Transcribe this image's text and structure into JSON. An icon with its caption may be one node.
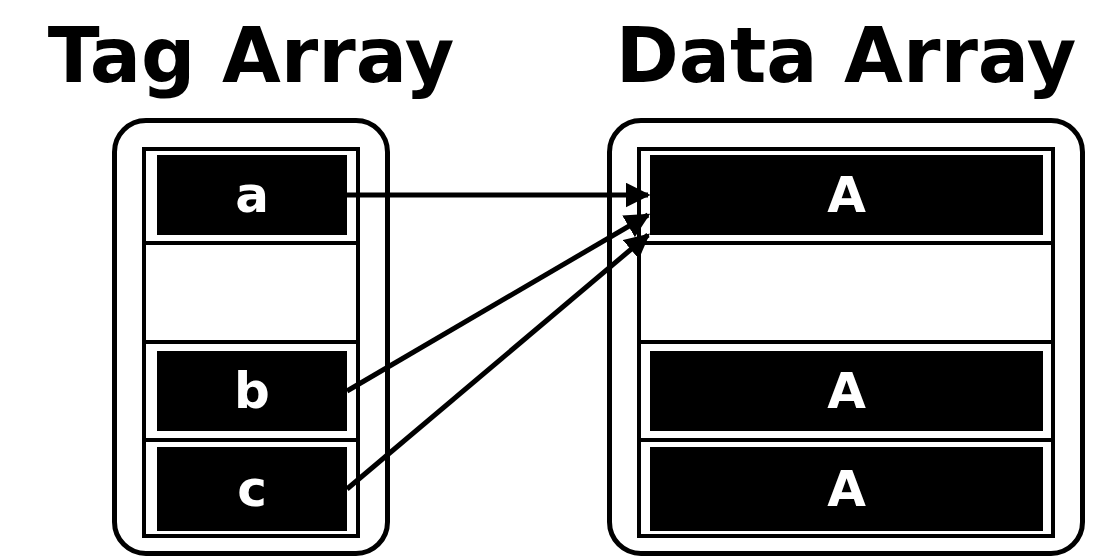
{
  "diagram": {
    "nodes": [
      {
        "text": [
          "Tag Array"
        ]
      },
      {
        "text": [
          "a"
        ],
        "in": 0
      },
      {
        "text": [],
        "shape": "box",
        "in": 0
      },
      {
        "text": [
          "b"
        ],
        "in": 0
      },
      {
        "text": [
          "c"
        ],
        "in": 0
      },
      {
        "text": [
          "Data Array"
        ]
      },
      {
        "text": [
          "A"
        ],
        "in": 5
      },
      {
        "text": [],
        "shape": "box",
        "in": 5
      },
      {
        "text": [
          "A"
        ],
        "in": 5
      },
      {
        "text": [
          "A"
        ],
        "in": 5
      }
    ],
    "edges": [
      {
        "from": 1,
        "to": 6,
        "arrow": "to"
      },
      {
        "from": 3,
        "to": 6,
        "arrow": "to"
      },
      {
        "from": 4,
        "to": 6,
        "arrow": "to"
      }
    ]
  }
}
